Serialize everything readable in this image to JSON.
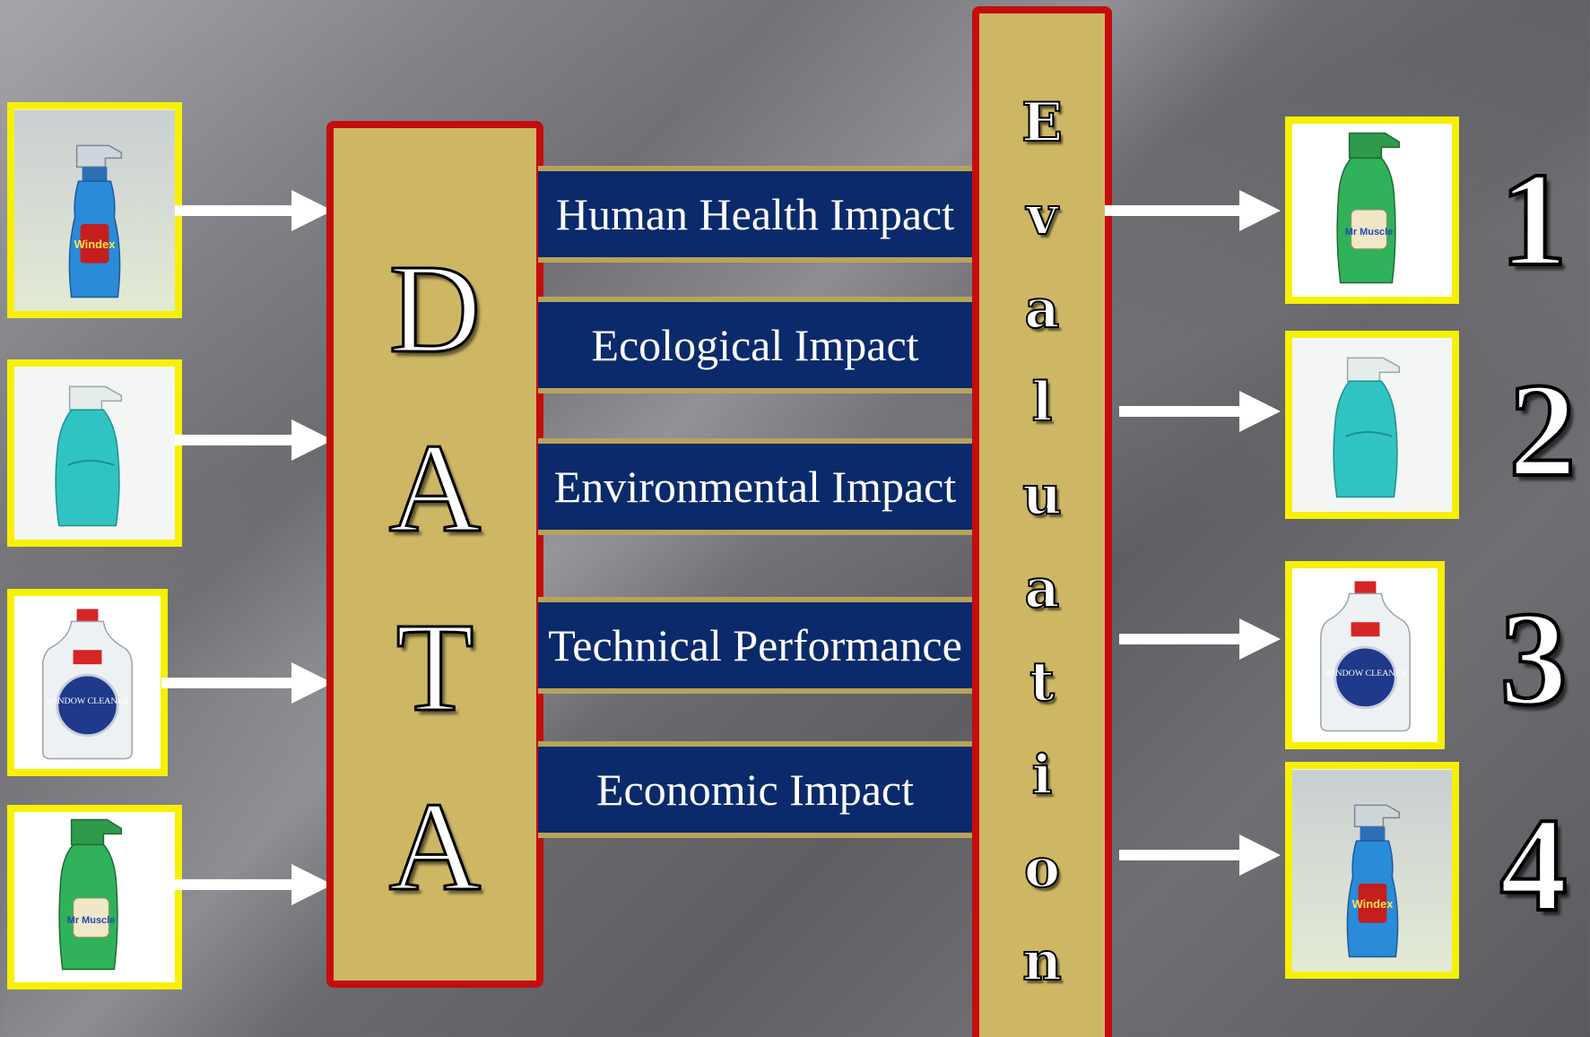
{
  "data_letters": [
    "D",
    "A",
    "T",
    "A"
  ],
  "evaluation_letters": [
    "E",
    "v",
    "a",
    "l",
    "u",
    "a",
    "t",
    "i",
    "o",
    "n"
  ],
  "criteria": [
    "Human Health Impact",
    "Ecological Impact",
    "Environmental Impact",
    "Technical Performance",
    "Economic Impact"
  ],
  "input_products": [
    {
      "icon": "windex-blue-spray-bottle-icon",
      "label": "Windex"
    },
    {
      "icon": "teal-spray-bottle-icon"
    },
    {
      "icon": "window-cleaner-jug-icon",
      "label": "WINDOW CLEANER"
    },
    {
      "icon": "mr-muscle-green-spray-bottle-icon",
      "label": "Mr Muscle"
    }
  ],
  "ranked_products": [
    {
      "rank": "1",
      "icon": "mr-muscle-green-spray-bottle-icon",
      "label": "Mr Muscle"
    },
    {
      "rank": "2",
      "icon": "teal-spray-bottle-icon"
    },
    {
      "rank": "3",
      "icon": "window-cleaner-jug-icon",
      "label": "WINDOW CLEANER"
    },
    {
      "rank": "4",
      "icon": "windex-blue-spray-bottle-icon",
      "label": "Windex"
    }
  ],
  "colors": {
    "frame_yellow": "#f7f000",
    "column_gold": "#cdb765",
    "column_border_red": "#c40d0d",
    "band_navy": "#0b2a6b",
    "band_border_gold": "#b8a35a",
    "arrow_white": "#ffffff"
  }
}
